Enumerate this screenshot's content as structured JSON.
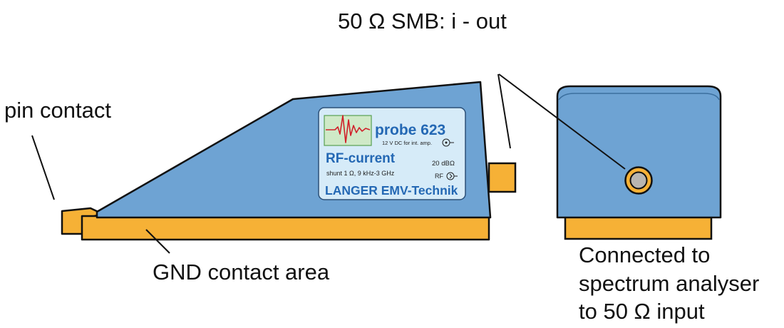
{
  "callouts": {
    "pin_contact": "pin contact",
    "smb_out": "50 Ω SMB:  i - out",
    "gnd_area": "GND contact area",
    "connected_lines": [
      "Connected to",
      "spectrum analyser",
      "to 50 Ω input"
    ]
  },
  "probe_label": {
    "model": "probe 623",
    "supply": "12 V DC for int. amp.",
    "type": "RF-current",
    "gain": "20 dBΩ",
    "shunt": "shunt 1 Ω,  9 kHz-3 GHz",
    "rf": "RF",
    "maker": "LANGER EMV-Technik"
  },
  "colors": {
    "body_blue": "#6ea3d3",
    "base_orange": "#f6b136",
    "label_bg": "#d6ebf8",
    "text_blue": "#2468b4",
    "waveform_red": "#d0202a",
    "screen_green": "#cfe9c7"
  },
  "icons": {
    "supply_connector": "connector-in-icon",
    "rf_connector": "connector-out-icon",
    "waveform": "waveform-icon"
  }
}
